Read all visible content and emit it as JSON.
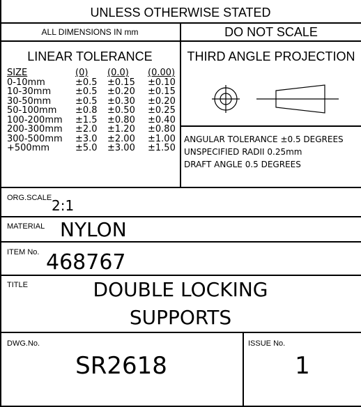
{
  "header": {
    "unless_stated": "UNLESS OTHERWISE STATED",
    "all_dimensions": "ALL DIMENSIONS IN mm",
    "do_not_scale": "DO NOT SCALE"
  },
  "linear_tolerance": {
    "title": "LINEAR TOLERANCE",
    "columns": [
      "SIZE",
      "(0)",
      "(0.0)",
      "(0.00)"
    ],
    "rows": [
      [
        "0-10mm",
        "±0.5",
        "±0.15",
        "±0.10"
      ],
      [
        "10-30mm",
        "±0.5",
        "±0.20",
        "±0.15"
      ],
      [
        "30-50mm",
        "±0.5",
        "±0.30",
        "±0.20"
      ],
      [
        "50-100mm",
        "±0.8",
        "±0.50",
        "±0.25"
      ],
      [
        "100-200mm",
        "±1.5",
        "±0.80",
        "±0.40"
      ],
      [
        "200-300mm",
        "±2.0",
        "±1.20",
        "±0.80"
      ],
      [
        "300-500mm",
        "±3.0",
        "±2.00",
        "±1.00"
      ],
      [
        "+500mm",
        "±5.0",
        "±3.00",
        "±1.50"
      ]
    ]
  },
  "projection": {
    "title": "THIRD ANGLE PROJECTION",
    "symbol_icon": "third-angle-projection-icon"
  },
  "notes": {
    "angular": "ANGULAR TOLERANCE ±0.5 DEGREES",
    "radii": "UNSPECIFIED RADII 0.25mm",
    "draft": "DRAFT ANGLE 0.5 DEGREES"
  },
  "org_scale": {
    "label": "ORG.SCALE",
    "value": "2:1"
  },
  "material": {
    "label": "MATERIAL",
    "value": "NYLON"
  },
  "item": {
    "label": "ITEM No.",
    "value": "468767"
  },
  "title": {
    "label": "TITLE",
    "line1": "DOUBLE LOCKING",
    "line2": "SUPPORTS"
  },
  "drawing": {
    "label": "DWG.No.",
    "value": "SR2618"
  },
  "issue": {
    "label": "ISSUE No.",
    "value": "1"
  }
}
